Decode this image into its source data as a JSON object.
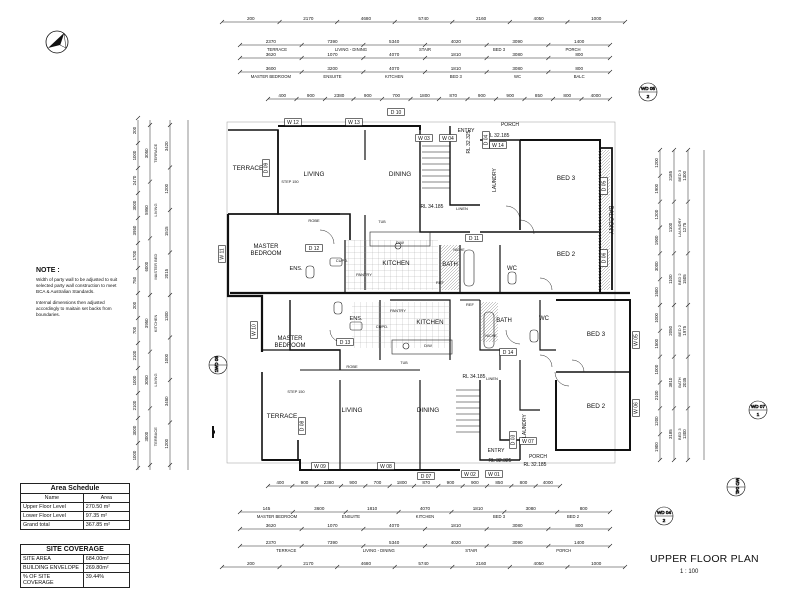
{
  "plan_title": "UPPER FLOOR  PLAN",
  "scale": "1 : 100",
  "note": {
    "heading": "NOTE :",
    "paragraph1": "Width of party wall to be adjusted to suit selected party wall construction to meet BCA & Australian Standards.",
    "paragraph2": "Internal dimensions then adjusted accordingly to maitain set backs from boundaries."
  },
  "area_schedule": {
    "title": "Area Schedule",
    "headers": [
      "Name",
      "Area"
    ],
    "rows": [
      [
        "Upper Floor Level",
        "270.50 m²"
      ],
      [
        "Lower Floor Level",
        "97.35 m²"
      ],
      [
        "Grand total",
        "367.85 m²"
      ]
    ]
  },
  "site_coverage": {
    "title": "SITE COVERAGE",
    "rows": [
      [
        "SITE AREA",
        "684.00m²"
      ],
      [
        "BUILDING ENVELOPE",
        "269.80m²"
      ],
      [
        "% OF SITE COVERAGE",
        "39.44%"
      ]
    ]
  },
  "rooms": {
    "terrace": "TERRACE",
    "living": "LIVING",
    "dining": "DINING",
    "master_bedroom": "MASTER BEDROOM",
    "kitchen": "KITCHEN",
    "ens": "ENS.",
    "pantry": "PANTRY",
    "bath": "BATH",
    "wc": "WC",
    "bed2": "BED 2",
    "bed3": "BED 3",
    "balcony": "BALCONY",
    "laundry": "LAUNDRY",
    "entry": "ENTRY",
    "porch": "PORCH",
    "linen": "LINEN",
    "robe": "ROBE",
    "cupd": "CUPD.",
    "step": "STEP 150",
    "ref": "REF",
    "dw": "D/W",
    "niche": "NICHE",
    "tub": "TUB"
  },
  "levels": {
    "entry": "RL 32.325",
    "porch": "RL 32.185",
    "floor": "RL 34.185"
  },
  "tags": {
    "windows": [
      "W 12",
      "W 13",
      "W 03",
      "W 04",
      "W 14",
      "W 11",
      "W 10",
      "W 09",
      "W 08",
      "W 02",
      "W 01",
      "W 07",
      "W 05",
      "W 06"
    ],
    "doors": [
      "D 10",
      "D 09",
      "D 12",
      "D 11",
      "D 13",
      "D 14",
      "D 08",
      "D 07",
      "D 05",
      "D 06",
      "D 04",
      "D 03"
    ],
    "sections": [
      "WD 05",
      "WD 05",
      "WD 07",
      "WD 04",
      "WD 04"
    ],
    "section_nums": [
      "2",
      "1",
      "1",
      "1",
      "2"
    ]
  },
  "dims": {
    "top1": [
      "200",
      "2170",
      "4680",
      "5740",
      "2160",
      "4050",
      "1000"
    ],
    "top2": [
      "2370",
      "7390",
      "5340",
      "4020",
      "3090",
      "1400"
    ],
    "top2_labels": [
      "TERRACE",
      "LIVING - DINING",
      "STAIR",
      "BED 3",
      "PORCH"
    ],
    "top3": [
      "3620",
      "1070",
      "4070",
      "1810",
      "3080",
      "800"
    ],
    "top4": [
      "3600",
      "3200",
      "4070",
      "1810",
      "3080",
      "800"
    ],
    "top4_labels": [
      "MASTER BEDROOM",
      "ENSUITE",
      "KITCHEN",
      "BED 3",
      "WC",
      "BALC"
    ],
    "top5": [
      "400",
      "900",
      "2380",
      "900",
      "700",
      "1800",
      "870",
      "900",
      "900",
      "850",
      "800",
      "4000"
    ],
    "bot5": [
      "400",
      "900",
      "2380",
      "900",
      "700",
      "1800",
      "870",
      "900",
      "900",
      "850",
      "800",
      "4000"
    ],
    "bot4": [
      "145",
      "3600",
      "1810",
      "4070",
      "1810",
      "3080",
      "800"
    ],
    "bot4_labels": [
      "MASTER BEDROOM",
      "ENSUITE",
      "KITCHEN",
      "BED 3",
      "BED 2"
    ],
    "bot3": [
      "3620",
      "1070",
      "4070",
      "1810",
      "3080",
      "800"
    ],
    "bot2": [
      "2370",
      "7390",
      "5340",
      "4020",
      "3090",
      "1400"
    ],
    "bot2_labels": [
      "TERRACE",
      "LIVING - DINING",
      "STAIR",
      "PORCH"
    ],
    "bot1": [
      "200",
      "2170",
      "4680",
      "5740",
      "2160",
      "4050",
      "1000"
    ],
    "left1": [
      "200",
      "1000",
      "2470",
      "3000",
      "3950",
      "1700",
      "750",
      "200",
      "700",
      "2100",
      "1000",
      "2100",
      "3000",
      "1000"
    ],
    "left2": [
      "3050",
      "5950",
      "6000",
      "3950",
      "3050",
      "3000"
    ],
    "left2_labels": [
      "TERRACE",
      "LIVING",
      "MASTER BED",
      "KITCHEN",
      "LIVING",
      "TERRACE"
    ],
    "left3": [
      "3420",
      "1200",
      "1515",
      "2015",
      "1300",
      "1000",
      "3450",
      "1200"
    ],
    "right1": [
      "1200",
      "1900",
      "1200",
      "1900",
      "3000",
      "1500",
      "1000",
      "1500",
      "1000",
      "2100",
      "1200",
      "1900"
    ],
    "right2": [
      "3185",
      "1100",
      "1100",
      "2050",
      "3810",
      "3185"
    ],
    "right2_labels": [
      "BED 3",
      "LAUNDRY",
      "BED 2",
      "BED 2",
      "BATH",
      "BED 3"
    ],
    "right3": [
      "1300",
      "1275",
      "1505",
      "1975",
      "2035",
      "1300"
    ]
  }
}
